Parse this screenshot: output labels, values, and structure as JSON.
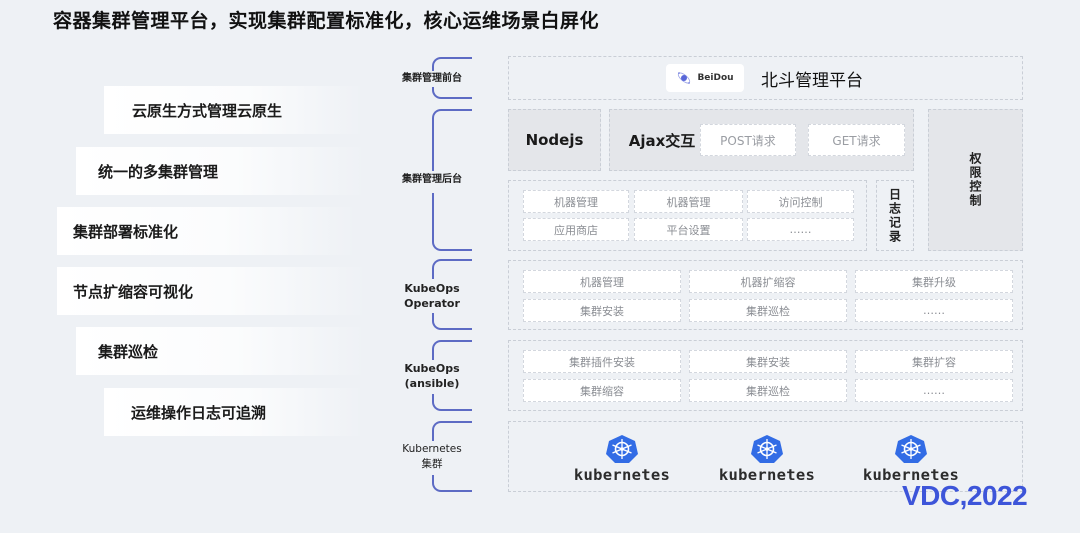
{
  "title": "容器集群管理平台，实现集群配置标准化，核心运维场景白屏化",
  "features": [
    "云原生方式管理云原生",
    "统一的多集群管理",
    "集群部署标准化",
    "节点扩缩容可视化",
    "集群巡检",
    "运维操作日志可追溯"
  ],
  "layers": {
    "frontend": {
      "label": "集群管理前台",
      "logo_text": "BeiDou",
      "platform_name": "北斗管理平台"
    },
    "backend": {
      "label": "集群管理后台",
      "nodejs": "Nodejs",
      "ajax": "Ajax交互",
      "post": "POST请求",
      "get": "GET请求",
      "modules": [
        "机器管理",
        "机器管理",
        "访问控制",
        "应用商店",
        "平台设置",
        "……"
      ],
      "logging": "日志记录",
      "permission": "权限控制"
    },
    "operator": {
      "label_line1": "KubeOps",
      "label_line2": "Operator",
      "modules": [
        "机器管理",
        "机器扩缩容",
        "集群升级",
        "集群安装",
        "集群巡检",
        "……"
      ]
    },
    "ansible": {
      "label_line1": "KubeOps",
      "label_line2": "(ansible)",
      "modules": [
        "集群插件安装",
        "集群安装",
        "集群扩容",
        "集群缩容",
        "集群巡检",
        "……"
      ]
    },
    "kubernetes": {
      "label_line1": "Kubernetes",
      "label_line2": "集群",
      "clusters": [
        "kubernetes",
        "kubernetes",
        "kubernetes"
      ],
      "icon": "kubernetes-helm-icon",
      "icon_color": "#326ce5"
    }
  },
  "branding": {
    "event_logo": "VDC,2022",
    "accent_color": "#3d55d9",
    "bracket_color": "#5d6bc4"
  }
}
